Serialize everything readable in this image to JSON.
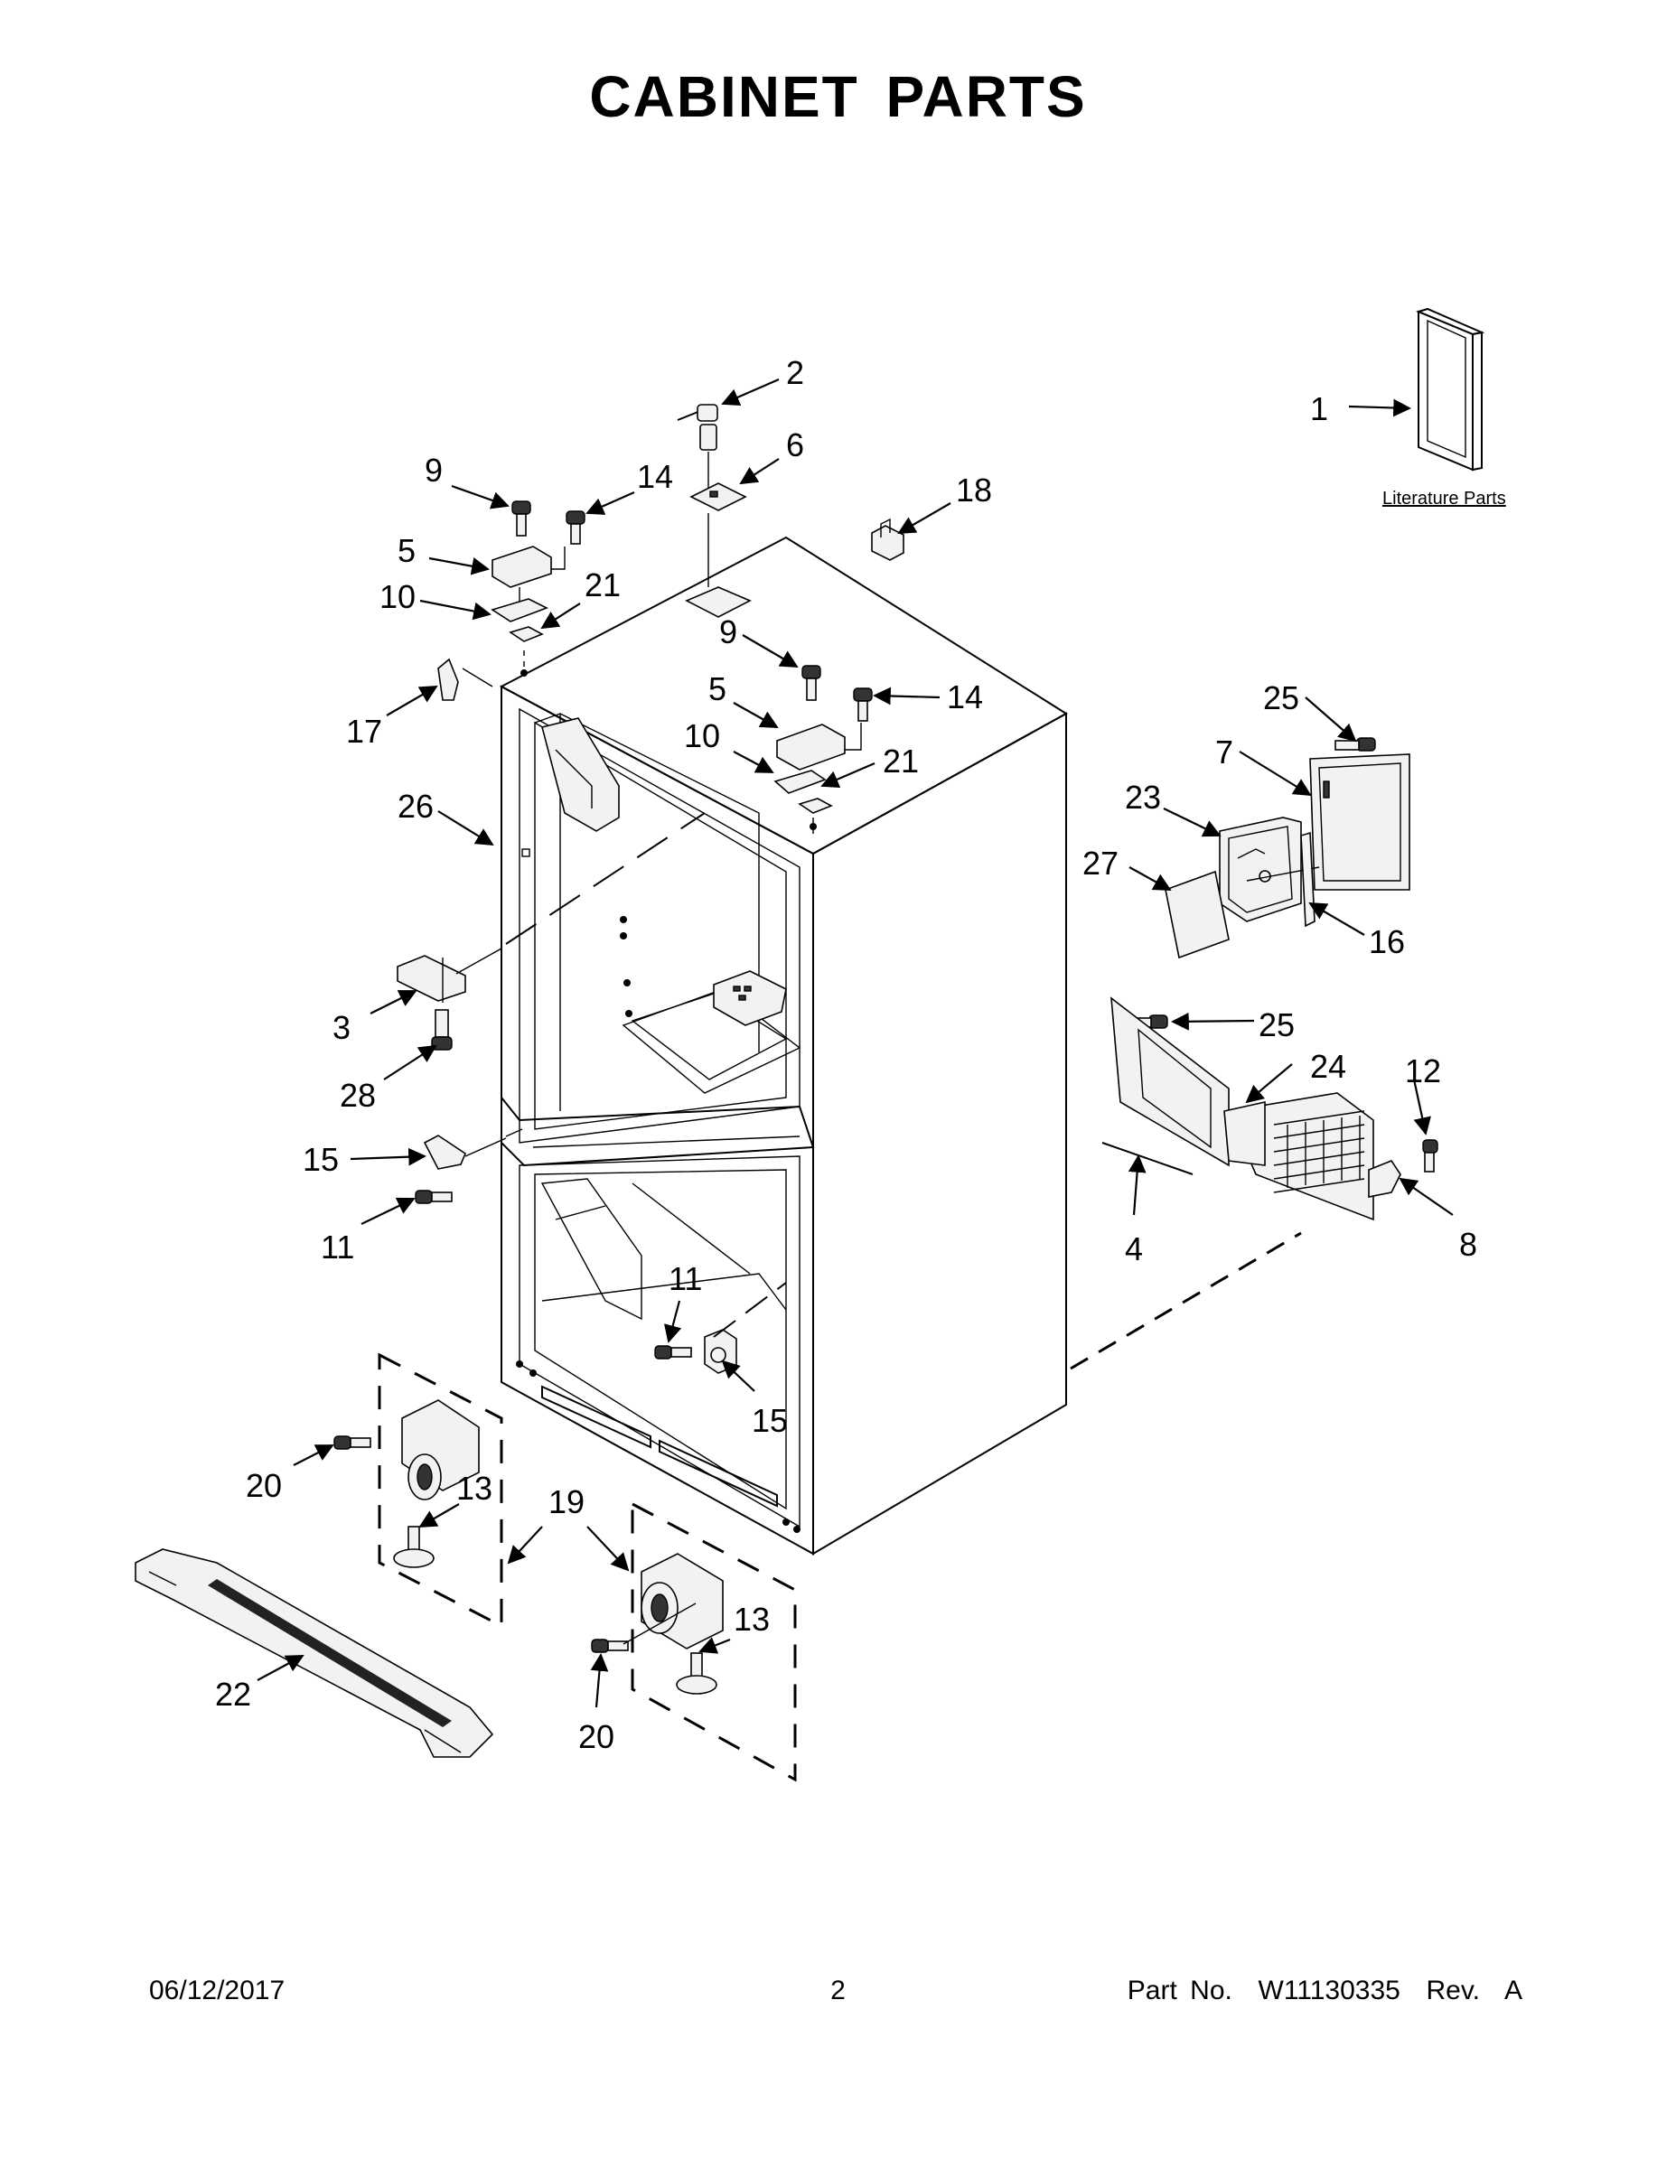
{
  "title": "CABINET PARTS",
  "literature_label": "Literature Parts",
  "callouts": [
    "1",
    "2",
    "3",
    "4",
    "5",
    "5",
    "6",
    "7",
    "8",
    "9",
    "9",
    "10",
    "10",
    "11",
    "11",
    "12",
    "13",
    "13",
    "14",
    "14",
    "15",
    "15",
    "16",
    "17",
    "18",
    "19",
    "20",
    "20",
    "21",
    "21",
    "22",
    "23",
    "24",
    "25",
    "25",
    "26",
    "27",
    "28"
  ],
  "footer": {
    "date": "06/12/2017",
    "page": "2",
    "part_no": "Part No.  W11130335  Rev.  A"
  }
}
